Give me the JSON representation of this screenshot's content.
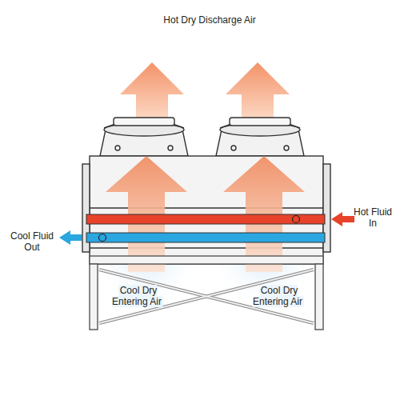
{
  "diagram": {
    "labels": [
      "Hot Dry Discharge Air",
      "Hot Fluid In",
      "Cool Fluid Out",
      "Cool Dry Entering Air",
      "Cool Dry Entering Air"
    ]
  }
}
